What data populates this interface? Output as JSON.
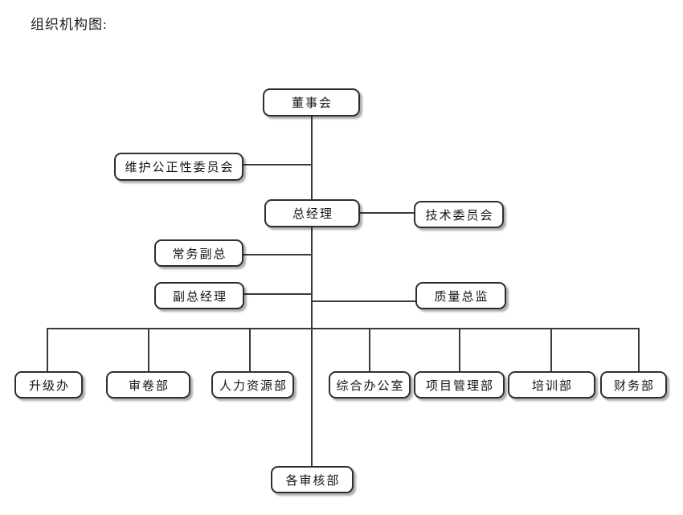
{
  "title": "组织机构图:",
  "diagram": {
    "type": "org-chart",
    "nodes": [
      {
        "id": "board-of-directors",
        "label": "董事会"
      },
      {
        "id": "impartiality-committee",
        "label": "维护公正性委员会"
      },
      {
        "id": "general-manager",
        "label": "总经理"
      },
      {
        "id": "technical-committee",
        "label": "技术委员会"
      },
      {
        "id": "executive-deputy-gm",
        "label": "常务副总"
      },
      {
        "id": "deputy-general-manager",
        "label": "副总经理"
      },
      {
        "id": "quality-director",
        "label": "质量总监"
      },
      {
        "id": "upgrade-office",
        "label": "升级办"
      },
      {
        "id": "exam-review-dept",
        "label": "审卷部"
      },
      {
        "id": "human-resources-dept",
        "label": "人力资源部"
      },
      {
        "id": "general-office",
        "label": "综合办公室"
      },
      {
        "id": "project-management-dept",
        "label": "项目管理部"
      },
      {
        "id": "training-dept",
        "label": "培训部"
      },
      {
        "id": "finance-dept",
        "label": "财务部"
      },
      {
        "id": "audit-depts",
        "label": "各审核部"
      }
    ],
    "edges": [
      {
        "from": "董事会",
        "to": "维护公正性委员会"
      },
      {
        "from": "董事会",
        "to": "总经理"
      },
      {
        "from": "总经理",
        "to": "技术委员会"
      },
      {
        "from": "总经理",
        "to": "常务副总"
      },
      {
        "from": "总经理",
        "to": "副总经理"
      },
      {
        "from": "总经理",
        "to": "质量总监"
      },
      {
        "from": "总经理",
        "to": "升级办"
      },
      {
        "from": "总经理",
        "to": "审卷部"
      },
      {
        "from": "总经理",
        "to": "人力资源部"
      },
      {
        "from": "总经理",
        "to": "综合办公室"
      },
      {
        "from": "总经理",
        "to": "项目管理部"
      },
      {
        "from": "总经理",
        "to": "培训部"
      },
      {
        "from": "总经理",
        "to": "财务部"
      },
      {
        "from": "总经理",
        "to": "各审核部"
      }
    ]
  }
}
